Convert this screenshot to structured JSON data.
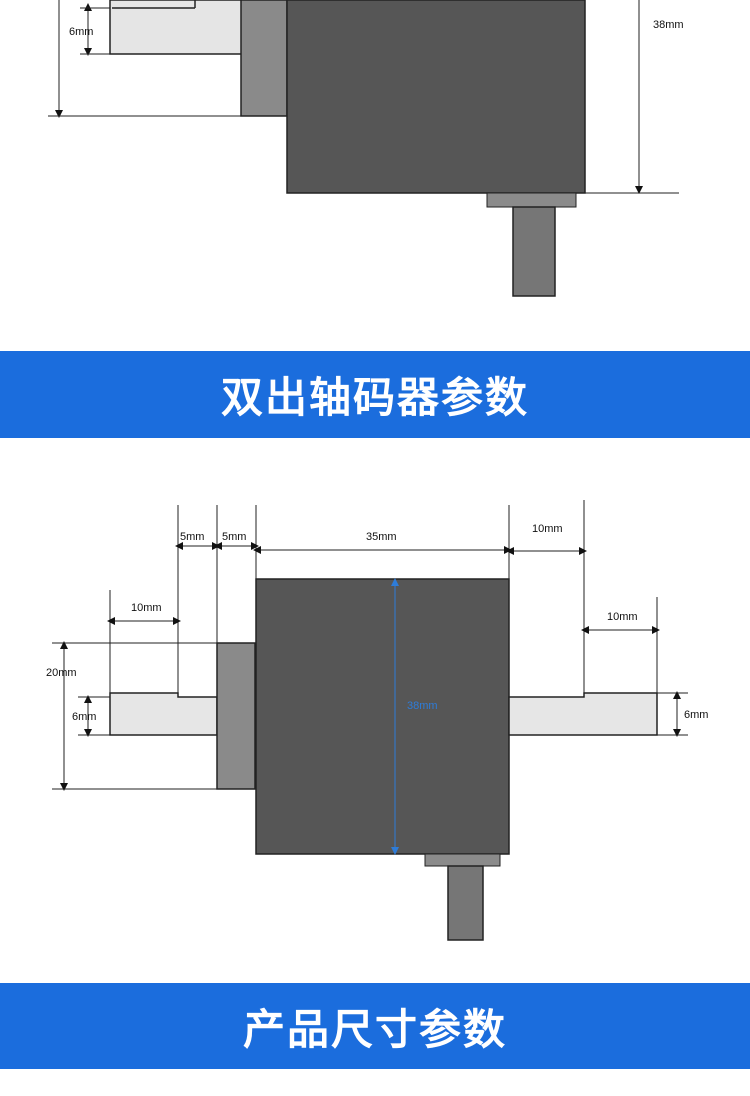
{
  "top_diagram": {
    "shaft_diameter_label": "6mm",
    "body_height_label": "38mm"
  },
  "banner_1": {
    "title": "双出轴码器参数"
  },
  "main_diagram": {
    "labels": {
      "left_shaft_gap": "5mm",
      "flange_width": "5mm",
      "body_width": "35mm",
      "right_extension": "10mm",
      "left_shaft_length": "10mm",
      "right_shaft_length": "10mm",
      "flange_height": "20mm",
      "left_shaft_diameter": "6mm",
      "right_shaft_diameter": "6mm",
      "body_height": "38mm"
    },
    "colors": {
      "body": "#565656",
      "flange": "#8a8a8a",
      "shaft": "#e6e6e6",
      "bottom_shaft": "#767676",
      "dimension_blue": "#2e7cd8"
    }
  },
  "banner_2": {
    "title": "产品尺寸参数"
  }
}
